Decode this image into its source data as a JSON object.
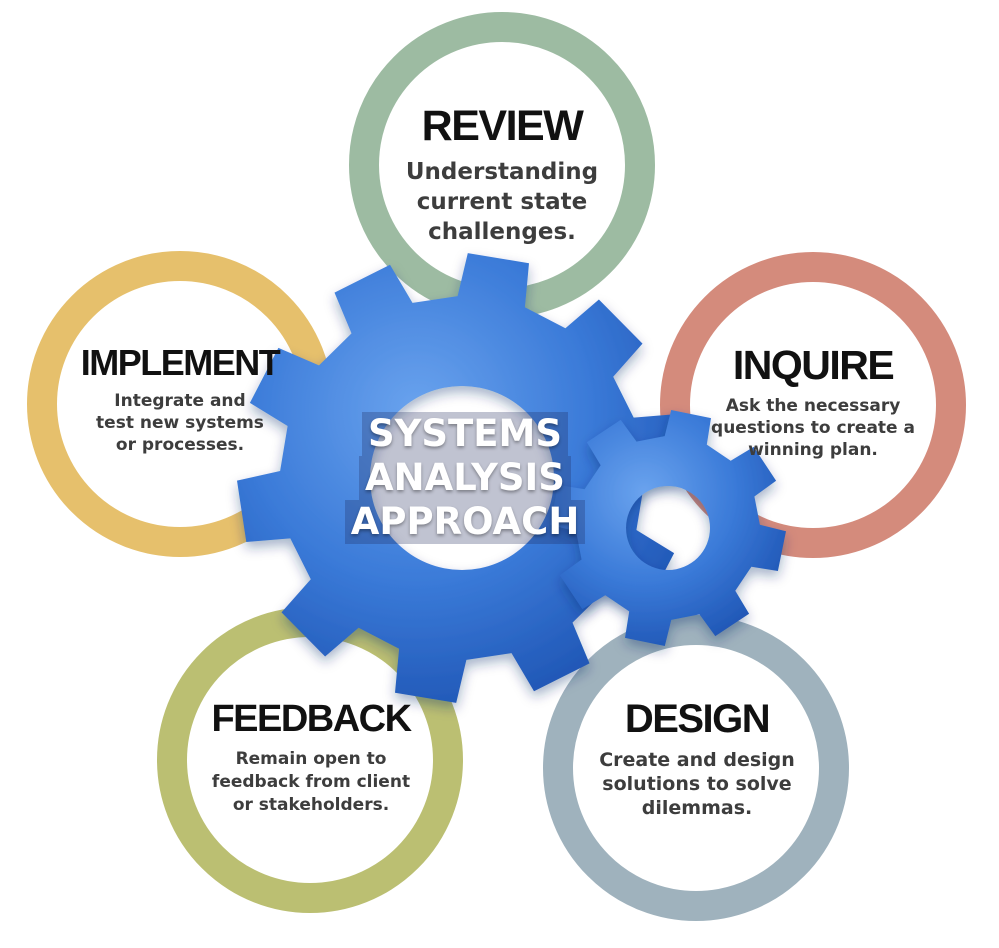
{
  "center": {
    "line1": "SYSTEMS",
    "line2": "ANALYSIS",
    "line3": "APPROACH"
  },
  "stages": {
    "review": {
      "title": "REVIEW",
      "desc1": "Understanding",
      "desc2": "current state",
      "desc3": "challenges."
    },
    "inquire": {
      "title": "INQUIRE",
      "desc1": "Ask the necessary",
      "desc2": "questions to create a",
      "desc3": "winning plan."
    },
    "design": {
      "title": "DESIGN",
      "desc1": "Create and design",
      "desc2": "solutions to solve",
      "desc3": "dilemmas."
    },
    "feedback": {
      "title": "FEEDBACK",
      "desc1": "Remain open to",
      "desc2": "feedback from client",
      "desc3": "or stakeholders."
    },
    "implement": {
      "title": "IMPLEMENT",
      "desc1": "Integrate and",
      "desc2": "test new systems",
      "desc3": "or processes."
    }
  },
  "colors": {
    "review": "#9dbba2",
    "inquire": "#d48b7c",
    "design": "#9fb2bd",
    "feedback": "#bbbf72",
    "implement": "#e6c06c",
    "gear": "#3a7ad8",
    "gear_dark": "#1f55b4",
    "gear_light": "#6aa3ee"
  }
}
